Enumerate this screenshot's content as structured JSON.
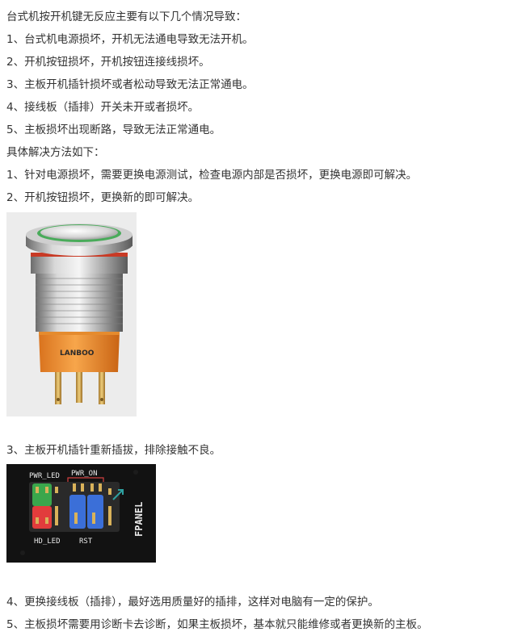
{
  "article": {
    "intro": "台式机按开机键无反应主要有以下几个情况导致：",
    "causes": [
      "1、台式机电源损坏，开机无法通电导致无法开机。",
      "2、开机按钮损坏，开机按钮连接线损坏。",
      "3、主板开机插针损坏或者松动导致无法正常通电。",
      "4、接线板（插排）开关未开或者损坏。",
      "5、主板损坏出现断路，导致无法正常通电。"
    ],
    "solutions_heading": "具体解决方法如下：",
    "solutions": [
      "1、针对电源损坏，需要更换电源测试，检查电源内部是否损坏，更换电源即可解决。",
      "2、开机按钮损坏，更换新的即可解决。",
      "3、主板开机插针重新插拔，排除接触不良。",
      "4、更换接线板（插排），最好选用质量好的插排，这样对电脑有一定的保护。",
      "5、主板损坏需要用诊断卡去诊断，如果主板损坏，基本就只能维修或者更换新的主板。"
    ]
  },
  "photo_switch": {
    "brand": "LANBOO",
    "icon": "push-button-switch-photo"
  },
  "photo_board": {
    "labels": {
      "pwr_led": "PWR_LED",
      "pwr_on": "PWR_ON",
      "hd_led": "HD_LED",
      "rst": "RST",
      "fpanel": "FPANEL"
    },
    "icon": "front-panel-header-photo"
  },
  "colors": {
    "text": "#333333",
    "orange": "#f29a3c",
    "green": "#3aa64c",
    "red": "#e23c3c",
    "blue": "#3b6fd8"
  }
}
